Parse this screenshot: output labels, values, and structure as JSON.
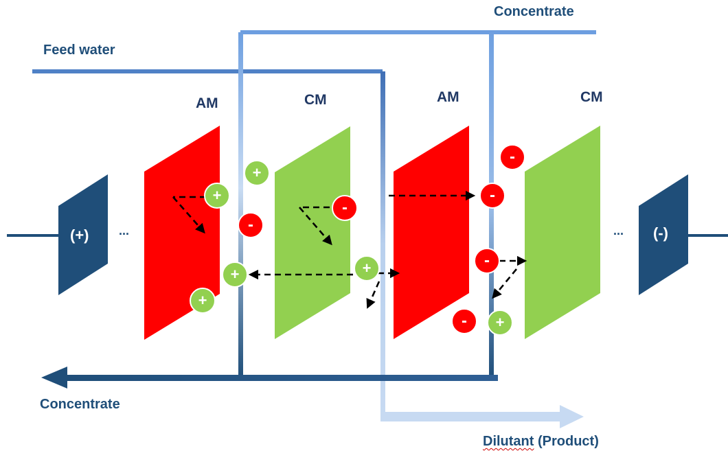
{
  "labels": {
    "feed_water": "Feed water",
    "concentrate_top": "Concentrate",
    "concentrate_bottom": "Concentrate",
    "dilutant_prefix": "Dilutant",
    "dilutant_suffix": " (Product)"
  },
  "membranes": [
    {
      "label": "AM",
      "type": "anion-exchange",
      "color": "#ff0000"
    },
    {
      "label": "CM",
      "type": "cation-exchange",
      "color": "#92d050"
    },
    {
      "label": "AM",
      "type": "anion-exchange",
      "color": "#ff0000"
    },
    {
      "label": "CM",
      "type": "cation-exchange",
      "color": "#92d050"
    }
  ],
  "electrodes": {
    "anode_label": "(+)",
    "cathode_label": "(-)",
    "color": "#1f4e79"
  },
  "ellipsis": "...",
  "ions": {
    "positive_symbol": "+",
    "negative_symbol": "-",
    "positive_color": "#92d050",
    "negative_color": "#ff0000"
  },
  "colors": {
    "feed_line": "#5b8fd6",
    "concentrate_line": "#1f4e79",
    "dilutant_line": "#bdd7ee",
    "text": "#1f4e79"
  }
}
